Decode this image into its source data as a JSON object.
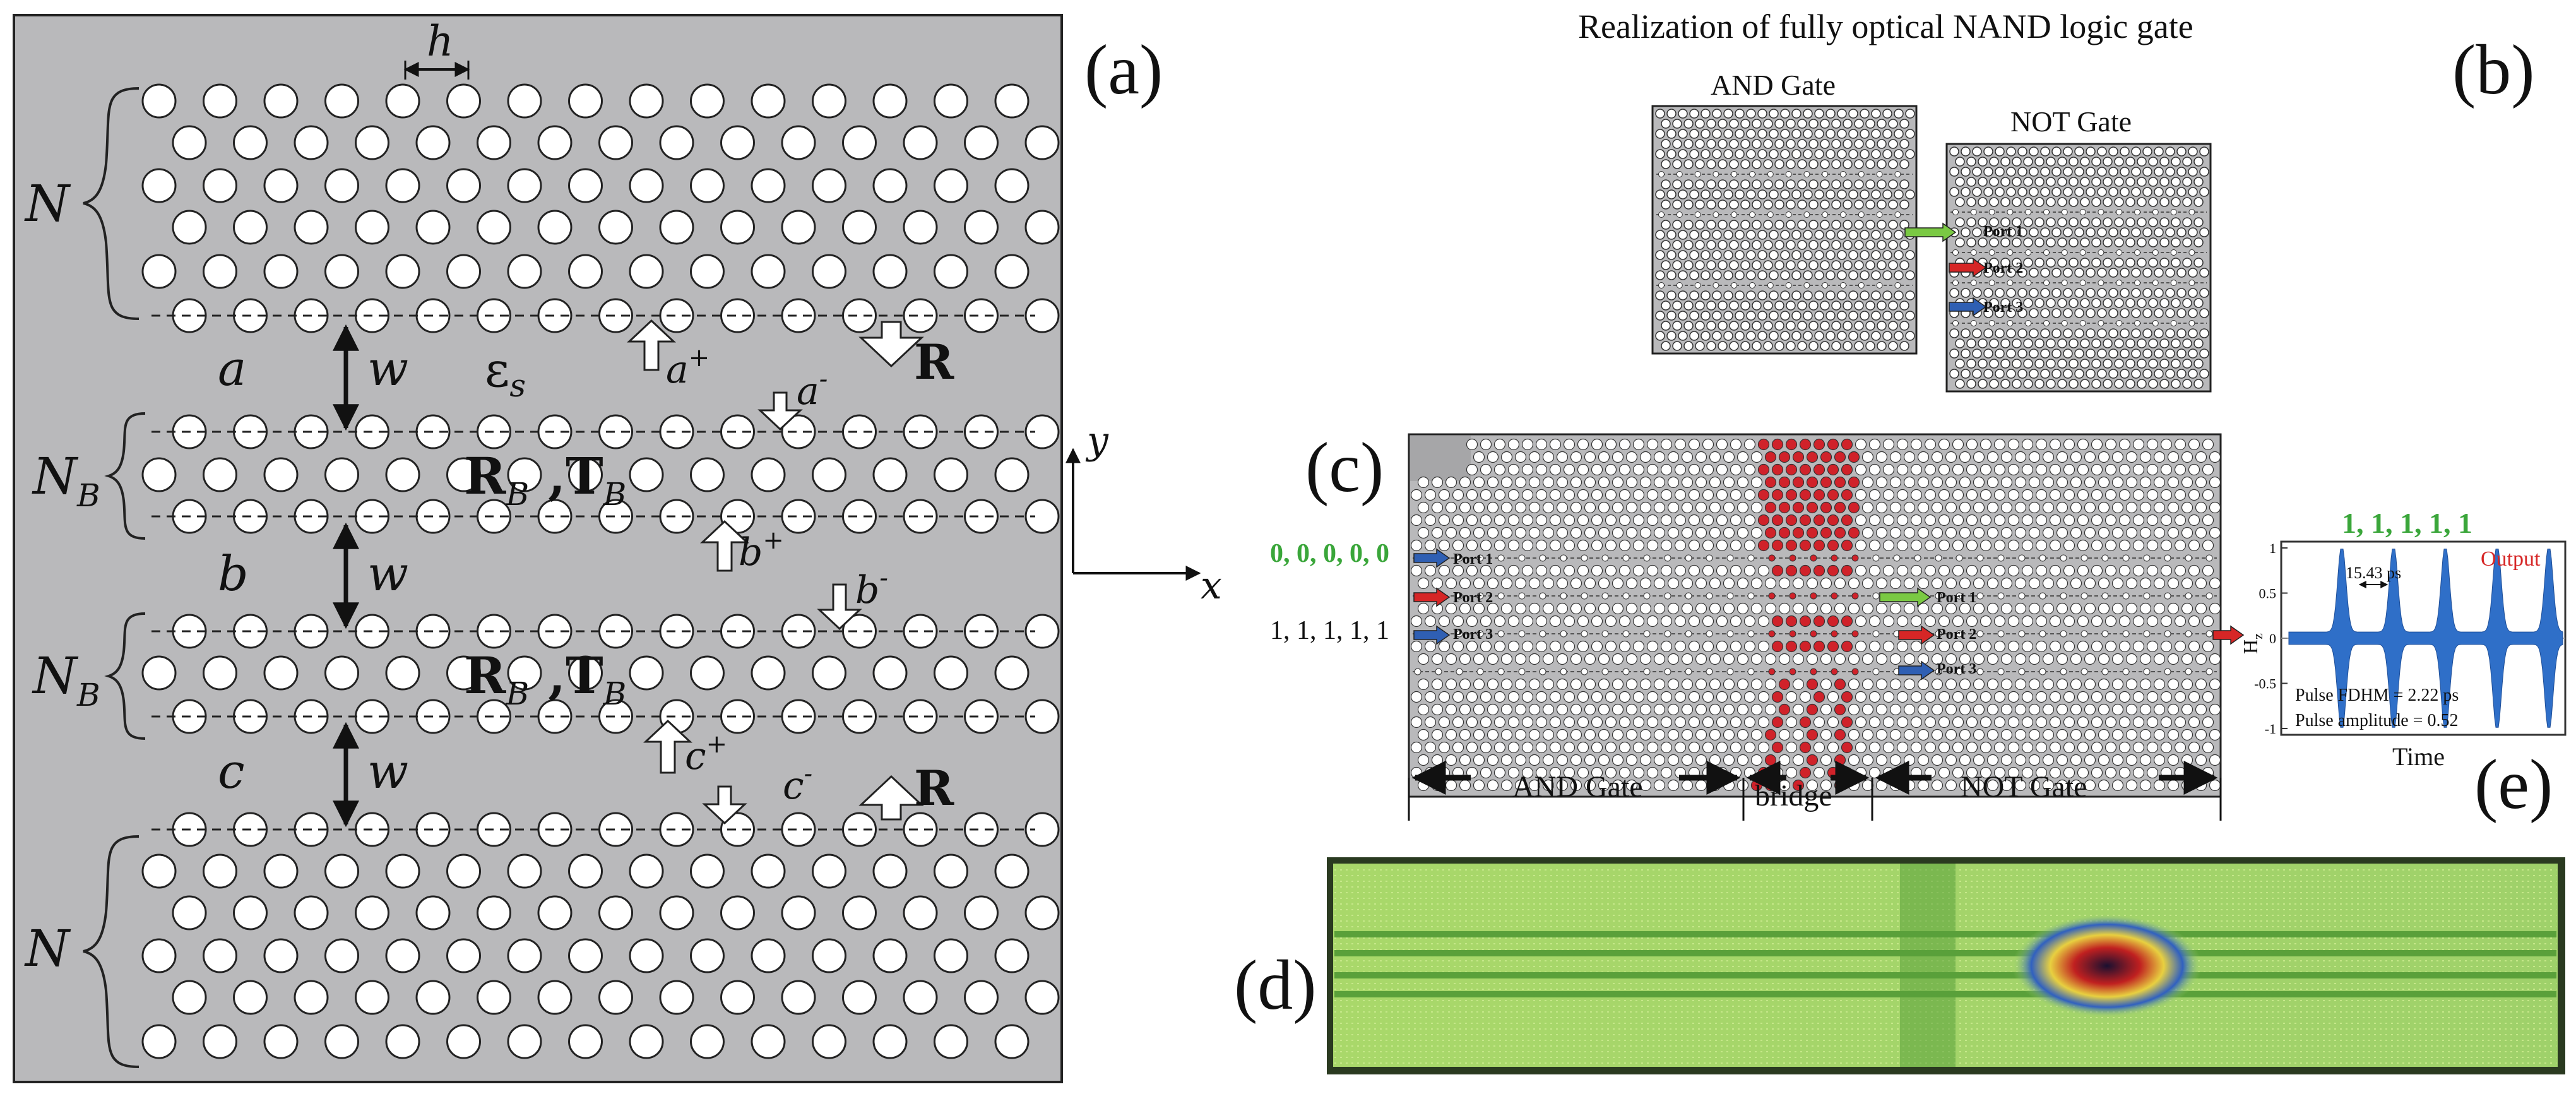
{
  "panel_a": {
    "label": "(a)",
    "lattice_constant": "h",
    "slab_label_top": "N",
    "slab_label_bottom": "N",
    "barrier_label_1": "N",
    "barrier_label_2": "N",
    "barrier_sub": "B",
    "region_a": "a",
    "region_b": "b",
    "region_c": "c",
    "width_label": "w",
    "eps_label": "ε",
    "eps_sub": "s",
    "R_label": "R",
    "RB": "R",
    "RB_sub": "B",
    "TB": ",T",
    "TB_sub": "B",
    "wave_a_plus": "a",
    "wave_a_minus": "a",
    "wave_b_plus": "b",
    "wave_b_minus": "b",
    "wave_c_plus": "c",
    "wave_c_minus": "c",
    "sup_plus": "+",
    "sup_minus": "-",
    "axis_y": "y",
    "axis_x": "x",
    "colors": {
      "background": "#b9b9bb",
      "hole": "#ffffff",
      "frame": "#222222"
    }
  },
  "panel_b": {
    "label": "(b)",
    "title": "Realization of fully optical NAND logic gate",
    "and_gate": "AND Gate",
    "not_gate": "NOT Gate",
    "port1": "Port 1",
    "port2": "Port 2",
    "port3": "Port 3"
  },
  "panel_c": {
    "label": "(c)",
    "input_green": "0, 0, 0, 0, 0",
    "input_black": "1, 1, 1, 1, 1",
    "port1": "Port 1",
    "port2": "Port 2",
    "port3": "Port 3",
    "and_gate": "AND Gate",
    "bridge": "bridge",
    "not_gate": "NOT Gate",
    "colors": {
      "bridge_holes": "#d0222a",
      "green": "#3aa63a",
      "red": "#d62626",
      "blue": "#2f5fb3"
    }
  },
  "panel_d": {
    "label": "(d)"
  },
  "panel_e": {
    "label": "(e)",
    "top_label": "1, 1, 1, 1, 1",
    "output_label": "Output",
    "period": "15.43 ps",
    "ylabel": "H",
    "ylabel_sub": "z",
    "xlabel": "Time",
    "fdhm": "Pulse FDHM = 2.22 ps",
    "amplitude": "Pulse amplitude = 0.52",
    "yticks": [
      "1",
      "0.5",
      "0",
      "-0.5",
      "-1"
    ],
    "pulse_color": "#2f6fc8"
  }
}
